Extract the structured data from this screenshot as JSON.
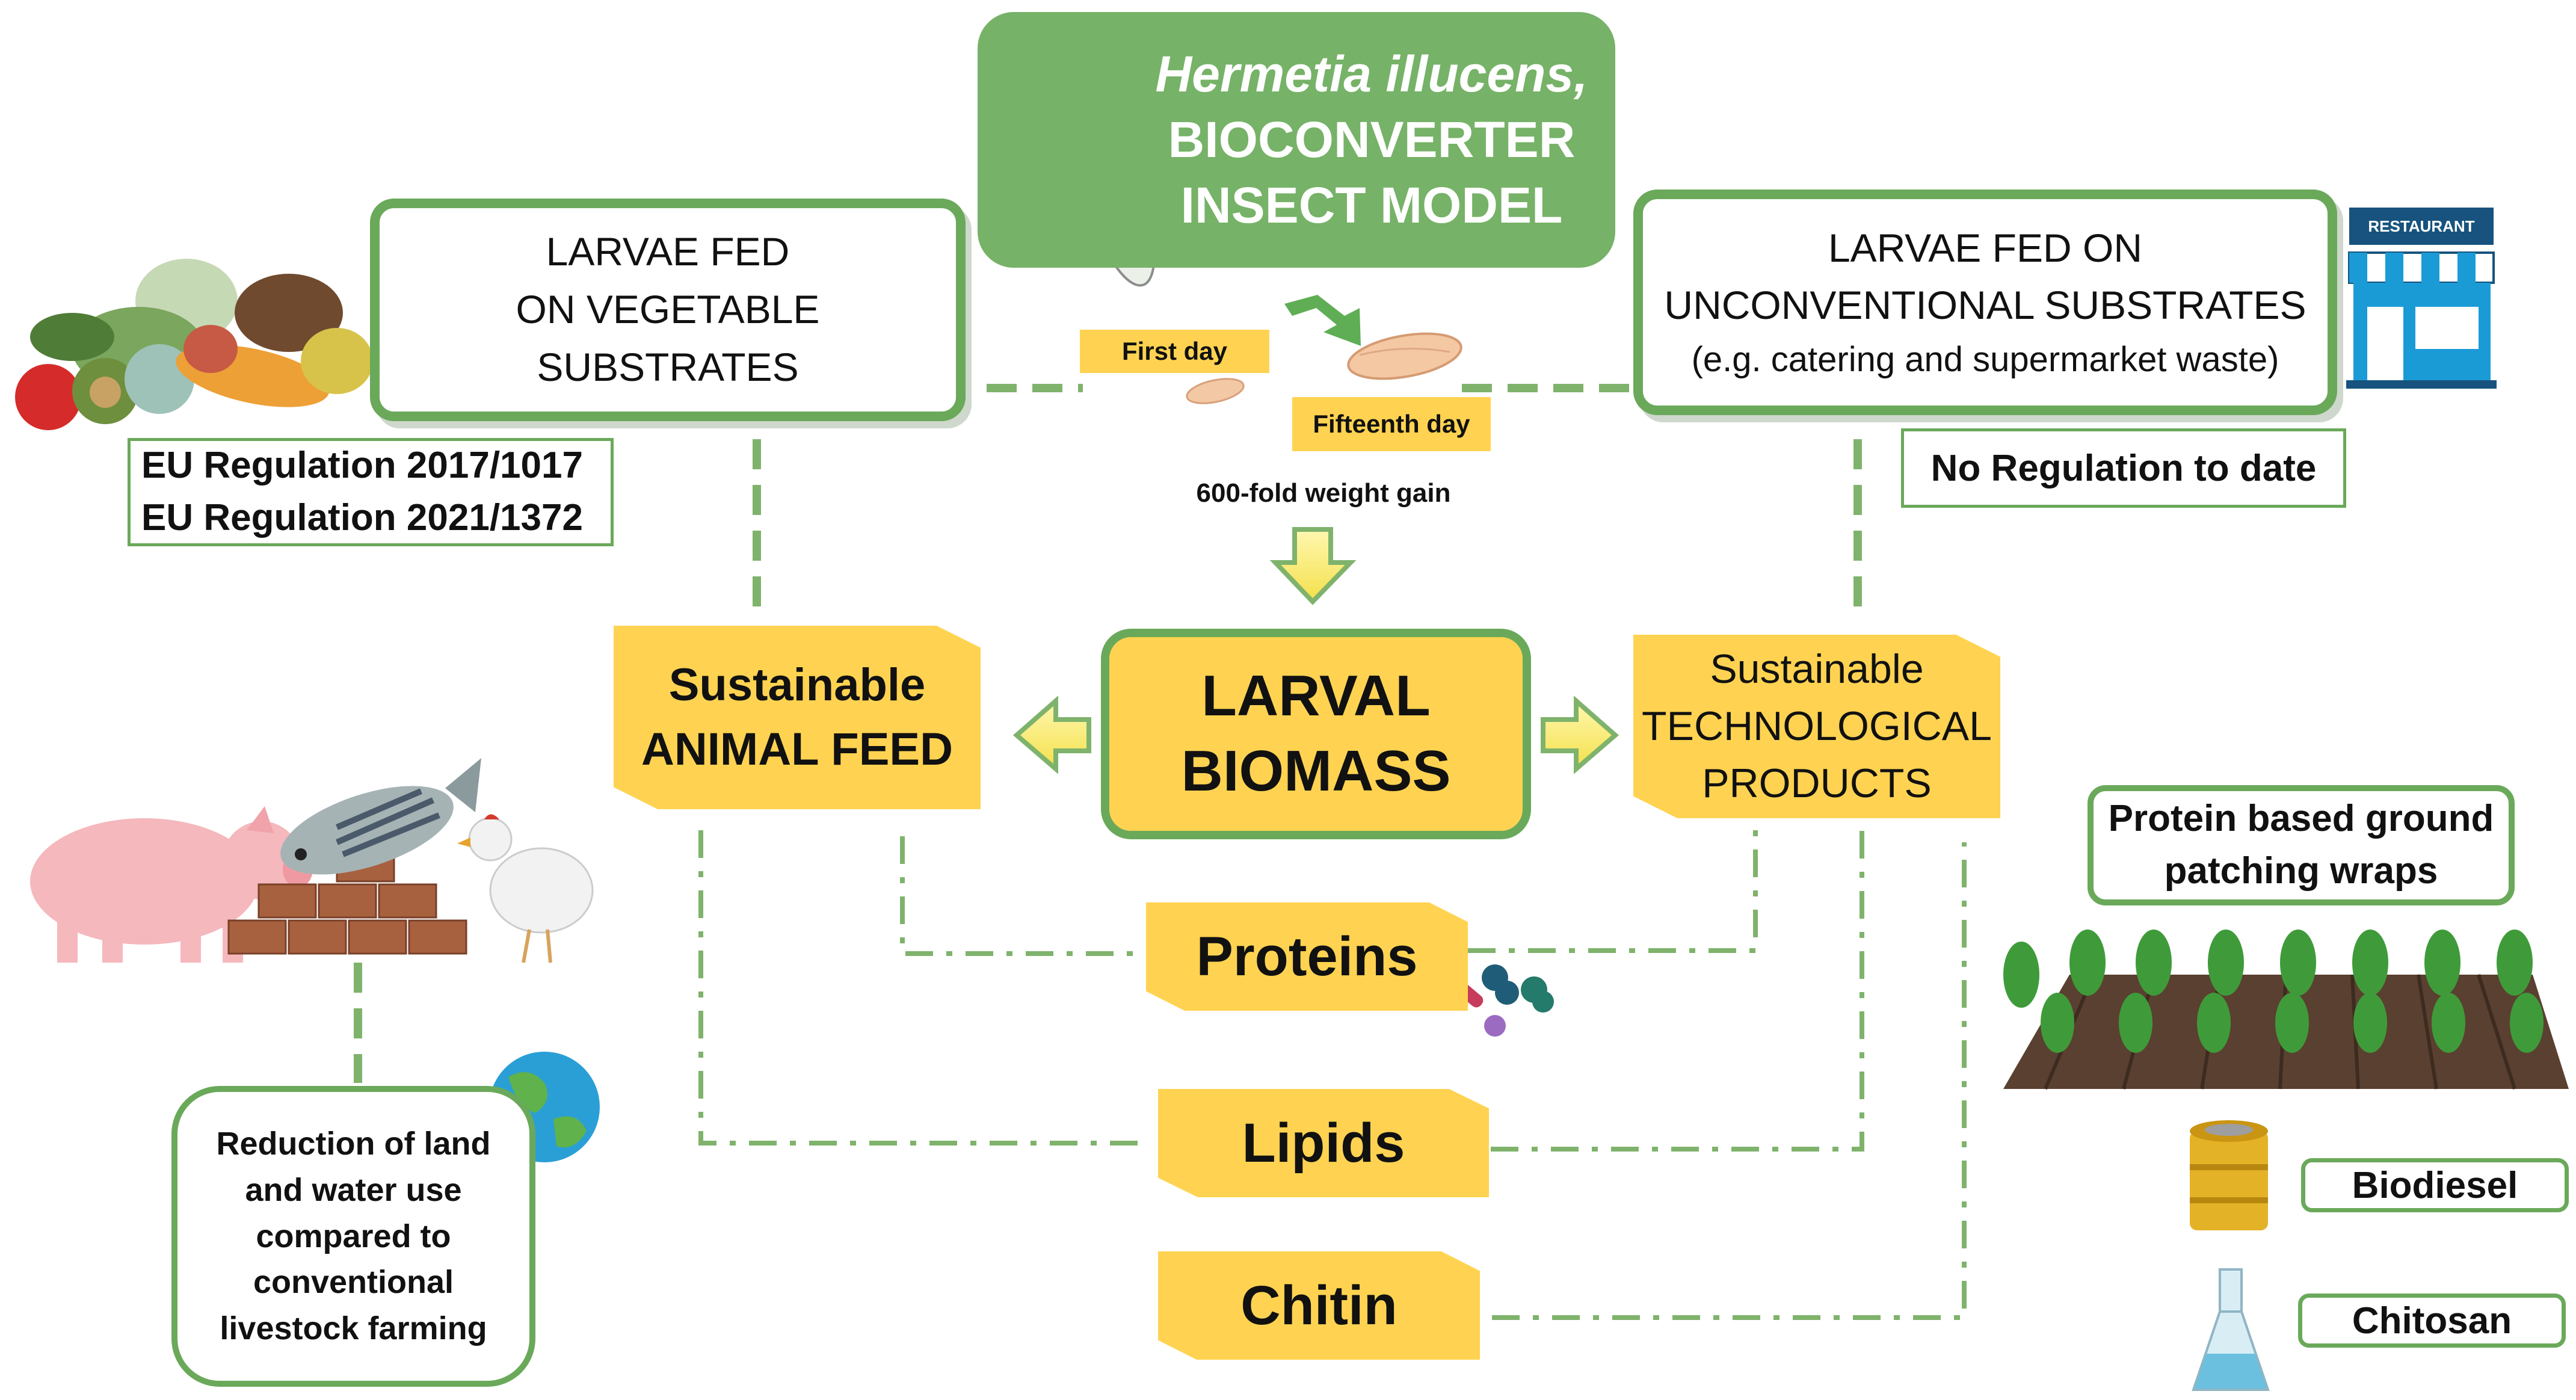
{
  "title_box": {
    "species": "Hermetia illucens,",
    "line2": "BIOCONVERTER",
    "line3": "INSECT MODEL"
  },
  "left_box": {
    "line1": "LARVAE FED",
    "line2": "ON VEGETABLE SUBSTRATES"
  },
  "right_box": {
    "line1": "LARVAE FED ON",
    "line2": "UNCONVENTIONAL SUBSTRATES",
    "line3": "(e.g. catering and supermarket waste)"
  },
  "eu_regulations": [
    "EU Regulation 2017/1017",
    "EU Regulation 2021/1372"
  ],
  "no_regulation": "No Regulation to date",
  "growth": {
    "first_day": "First day",
    "fifteenth_day": "Fifteenth day",
    "weight_gain": "600-fold weight gain"
  },
  "larval_biomass": {
    "line1": "LARVAL",
    "line2": "BIOMASS"
  },
  "animal_feed": {
    "line1": "Sustainable",
    "line2": "ANIMAL FEED"
  },
  "tech_products": {
    "line1": "Sustainable",
    "line2": "TECHNOLOGICAL",
    "line3": "PRODUCTS"
  },
  "products": {
    "proteins": "Proteins",
    "lipids": "Lipids",
    "chitin": "Chitin"
  },
  "land_water": {
    "line1": "Reduction of land",
    "line2": "and water use",
    "line3": "compared to",
    "line4": "conventional",
    "line5": "livestock farming"
  },
  "protein_wraps": {
    "line1": "Protein based ground",
    "line2": "patching wraps"
  },
  "biodiesel": "Biodiesel",
  "chitosan": "Chitosan",
  "restaurant_sign": "RESTAURANT",
  "icons": [
    "fly-icon",
    "vegetables-icon",
    "restaurant-icon",
    "larva-icon",
    "pig-icon",
    "fish-icon",
    "chicken-icon",
    "feed-bricks-icon",
    "globe-icon",
    "protein-molecules-icon",
    "crop-field-icon",
    "oil-barrel-icon",
    "flask-icon"
  ],
  "colors": {
    "green": "#6aa95a",
    "title_green": "#76b267",
    "yellow": "#ffd351",
    "connector": "#7fb36c"
  }
}
